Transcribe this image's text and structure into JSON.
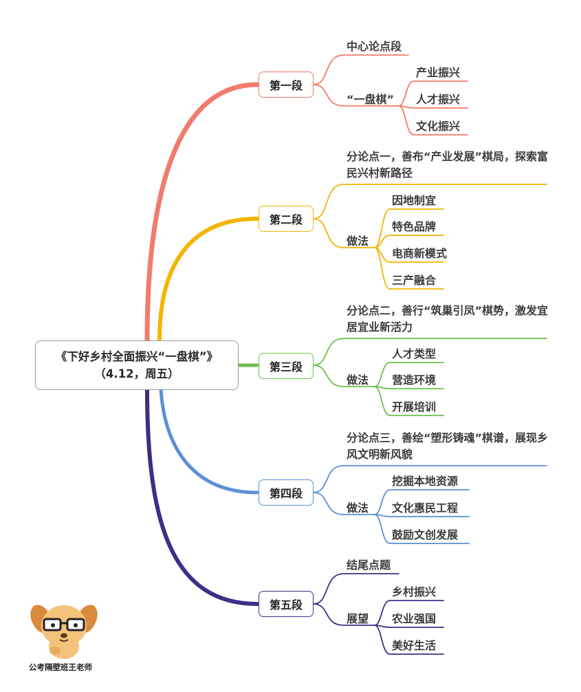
{
  "root": {
    "title": "《下好乡村全面振兴“一盘棋”》",
    "subtitle": "（4.12，周五）"
  },
  "sections": [
    {
      "label": "第一段",
      "color": "#f07c6c",
      "thesis": "中心论点段",
      "group_label": "“一盘棋”",
      "items": [
        "产业振兴",
        "人才振兴",
        "文化振兴"
      ]
    },
    {
      "label": "第二段",
      "color": "#f3b500",
      "thesis": "分论点一，善布“产业发展”棋局，探索富民兴村新路径",
      "group_label": "做法",
      "items": [
        "因地制宜",
        "特色品牌",
        "电商新模式",
        "三产融合"
      ]
    },
    {
      "label": "第三段",
      "color": "#6cc04a",
      "thesis": "分论点二，善行“筑巢引凤”棋势，激发宜居宜业新活力",
      "group_label": "做法",
      "items": [
        "人才类型",
        "营造环境",
        "开展培训"
      ]
    },
    {
      "label": "第四段",
      "color": "#5b8fd6",
      "thesis": "分论点三，善绘“塑形铸魂”棋谱，展现乡风文明新风貌",
      "group_label": "做法",
      "items": [
        "挖掘本地资源",
        "文化惠民工程",
        "鼓励文创发展"
      ]
    },
    {
      "label": "第五段",
      "color": "#3b2f87",
      "thesis": "结尾点题",
      "group_label": "展望",
      "items": [
        "乡村振兴",
        "农业强国",
        "美好生活"
      ]
    }
  ],
  "watermark": "公考隔壁班王老师"
}
